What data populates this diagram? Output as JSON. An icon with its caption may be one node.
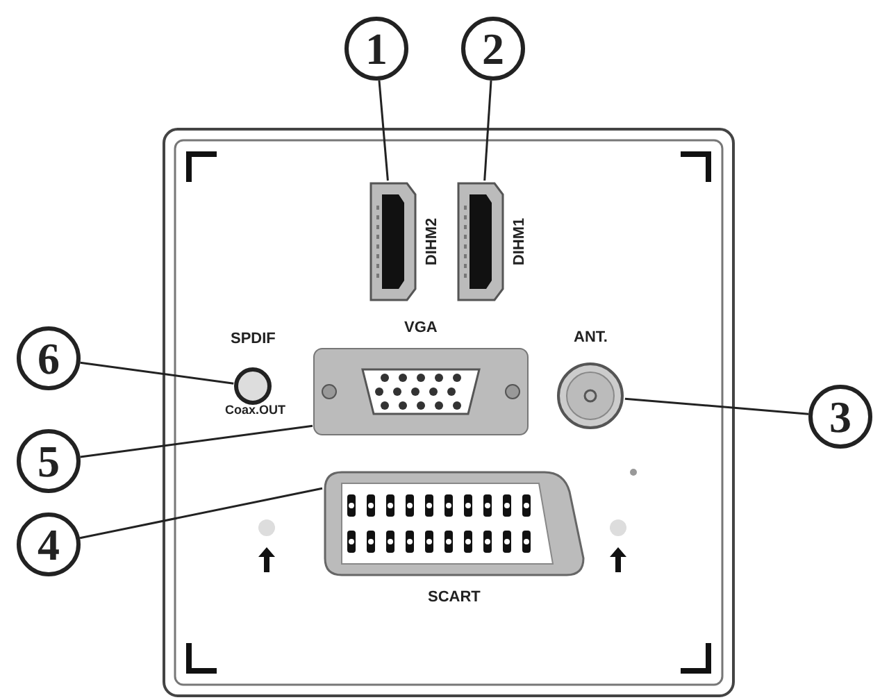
{
  "diagram": {
    "nodes": [
      {
        "text": [
          "1"
        ]
      },
      {
        "text": [
          "2"
        ]
      },
      {
        "text": [
          "3"
        ]
      },
      {
        "text": [
          "4"
        ]
      },
      {
        "text": [
          "5"
        ]
      },
      {
        "text": [
          "6"
        ]
      },
      {
        "text": [],
        "shape": "box",
        "beside": [
          "DIHM2"
        ]
      },
      {
        "text": [],
        "shape": "box",
        "beside": [
          "DIHM1"
        ]
      },
      {
        "text": [],
        "shape": "circle",
        "beside": [
          "ANT."
        ]
      },
      {
        "text": [],
        "shape": "box",
        "beside": [
          "SCART"
        ]
      },
      {
        "text": [],
        "shape": "box",
        "beside": [
          "VGA"
        ]
      },
      {
        "text": [],
        "shape": "circle",
        "beside": [
          "SPDIF",
          "Coax.OUT"
        ]
      }
    ],
    "edges": [
      {
        "from": 0,
        "to": 6,
        "arrow": "none"
      },
      {
        "from": 1,
        "to": 7,
        "arrow": "none"
      },
      {
        "from": 2,
        "to": 8,
        "arrow": "none"
      },
      {
        "from": 3,
        "to": 9,
        "arrow": "none"
      },
      {
        "from": 4,
        "to": 10,
        "arrow": "none"
      },
      {
        "from": 5,
        "to": 11,
        "arrow": "none"
      }
    ]
  }
}
